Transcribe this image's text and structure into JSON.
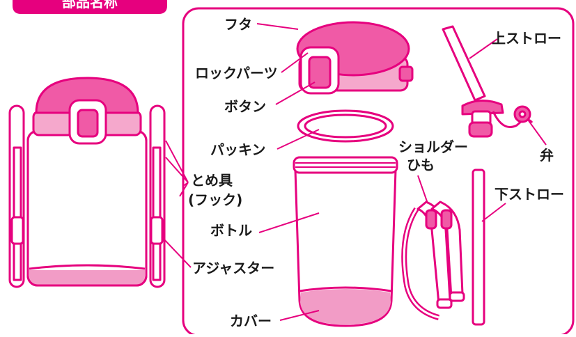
{
  "header": {
    "title": "部品名称"
  },
  "colors": {
    "outline": "#e6007e",
    "lid": "#f05aa6",
    "lid_band": "#f5a8cc",
    "cover": "#f29cc6",
    "white": "#ffffff",
    "text": "#1a1a1a"
  },
  "labels": {
    "futa": "フタ",
    "lock_parts": "ロックパーツ",
    "button": "ボタン",
    "packing": "パッキン",
    "bottle": "ボトル",
    "cover": "カバー",
    "upper_straw": "上ストロー",
    "valve": "弁",
    "shoulder_strap_1": "ショルダー",
    "shoulder_strap_2": "ひも",
    "lower_straw": "下ストロー",
    "hook_1": "とめ具",
    "hook_2": "(フック)",
    "adjuster": "アジャスター"
  },
  "icons": [
    "bottle-assembled-icon",
    "lid-icon",
    "packing-ring-icon",
    "bottle-body-icon",
    "upper-straw-icon",
    "shoulder-strap-icon",
    "lower-straw-icon"
  ]
}
